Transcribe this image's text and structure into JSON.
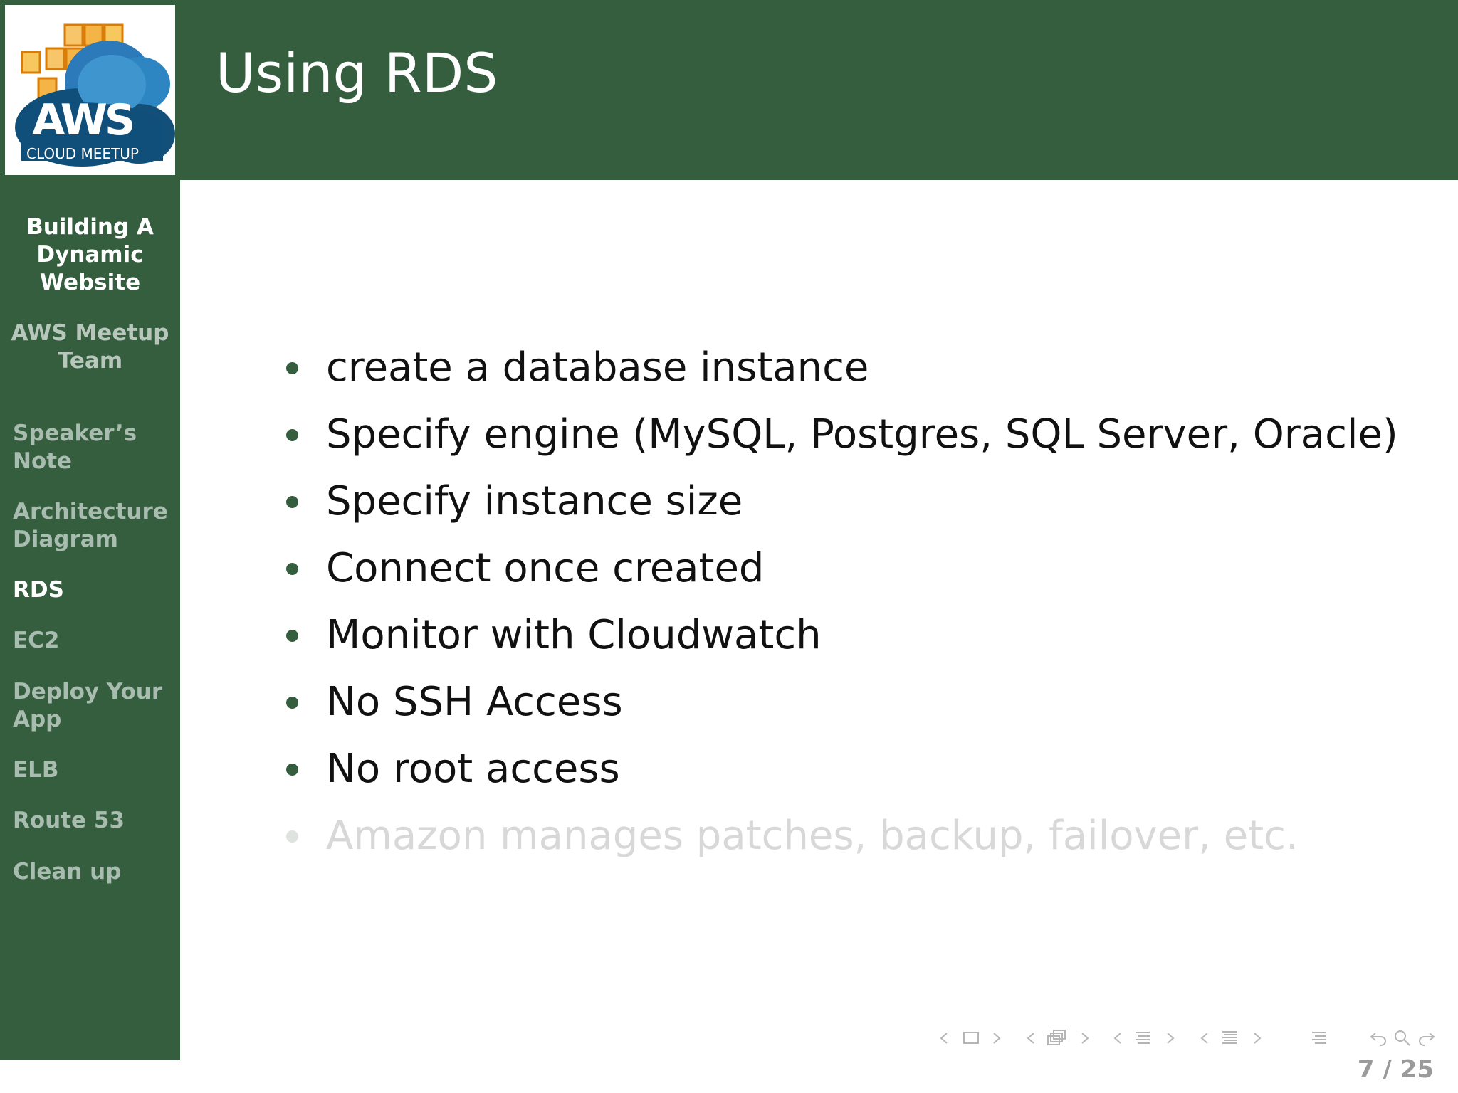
{
  "logo": {
    "main_text": "AWS",
    "sub_text": "CLOUD MEETUP"
  },
  "header": {
    "title": "Using RDS"
  },
  "sidebar": {
    "deck_title": "Building A\nDynamic\nWebsite",
    "author": "AWS Meetup\nTeam",
    "items": [
      {
        "label": "Speaker’s\nNote"
      },
      {
        "label": "Architecture\nDiagram"
      },
      {
        "label": "RDS"
      },
      {
        "label": "EC2"
      },
      {
        "label": "Deploy Your\nApp"
      },
      {
        "label": "ELB"
      },
      {
        "label": "Route 53"
      },
      {
        "label": "Clean up"
      }
    ]
  },
  "content": {
    "bullets": [
      "create a database instance",
      "Specify engine (MySQL, Postgres, SQL Server, Oracle)",
      "Specify instance size",
      "Connect once created",
      "Monitor with Cloudwatch",
      "No SSH Access",
      "No root access",
      "Amazon manages patches, backup, failover, etc."
    ]
  },
  "footer": {
    "page_number": "7 / 25"
  },
  "colors": {
    "theme": "#355e3f",
    "sidebar_text": "#a8bcaf",
    "dim_text": "#d8d8d8"
  },
  "icons": [
    "previous-slide-icon",
    "slide-frame-icon",
    "next-slide-icon",
    "previous-subsection-icon",
    "subsection-icon",
    "next-subsection-icon",
    "previous-section-icon",
    "section-icon",
    "next-section-icon",
    "previous-document-icon",
    "document-icon",
    "next-document-icon",
    "outline-icon",
    "back-icon",
    "search-icon",
    "forward-icon"
  ]
}
